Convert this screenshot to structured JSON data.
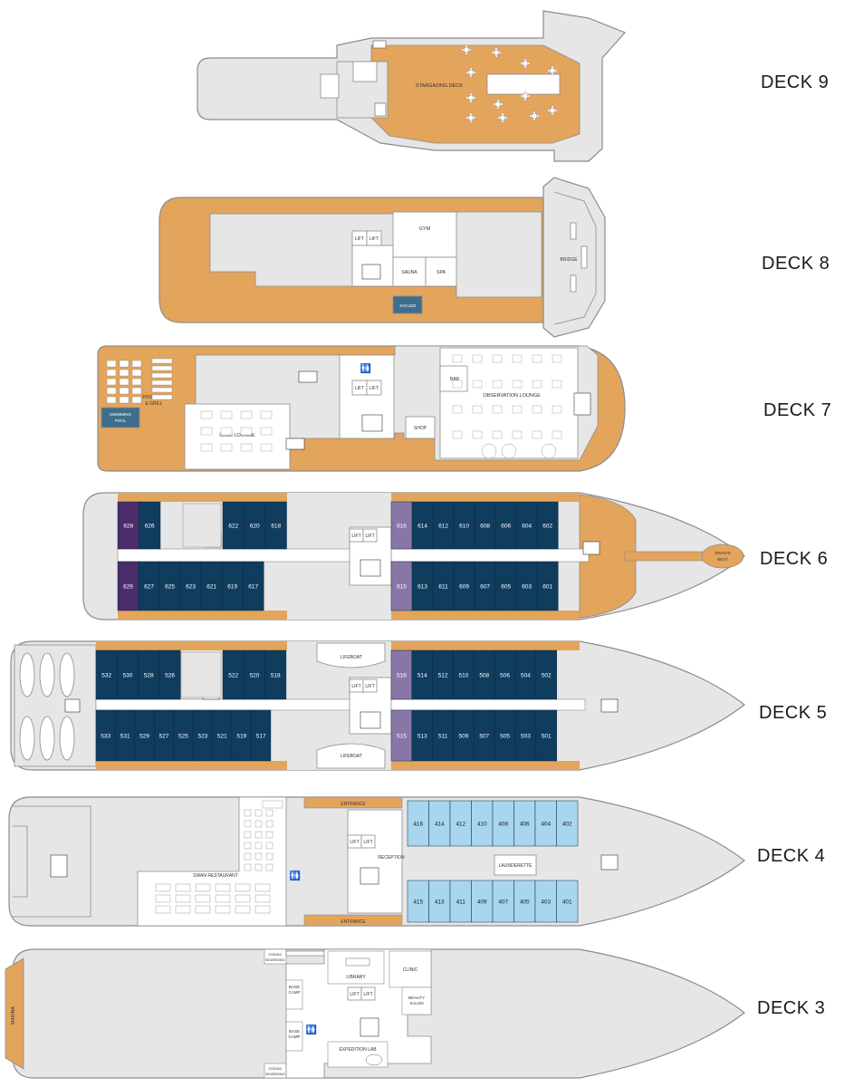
{
  "colors": {
    "deck_grey": "#e6e6e6",
    "outline": "#8c8c8c",
    "wood": "#e3a45c",
    "cabin_navy": "#103c5e",
    "suite_purple": "#4b2d6b",
    "suite_lilac": "#8a76a6",
    "cabin_light_blue": "#a8d6ef",
    "pool_blue": "#3f6d8c",
    "room_white": "#ffffff",
    "cabin_text": "#ffffff"
  },
  "decks": [
    {
      "id": "deck9",
      "label": "DECK 9"
    },
    {
      "id": "deck8",
      "label": "DECK 8"
    },
    {
      "id": "deck7",
      "label": "DECK 7"
    },
    {
      "id": "deck6",
      "label": "DECK 6"
    },
    {
      "id": "deck5",
      "label": "DECK 5"
    },
    {
      "id": "deck4",
      "label": "DECK 4"
    },
    {
      "id": "deck3",
      "label": "DECK 3"
    }
  ],
  "labels": {
    "stargazing_deck": "STARGAZING DECK",
    "lift": "LIFT",
    "gym": "GYM",
    "sauna": "SAUNA",
    "spa": "SPA",
    "jacuzzi": "JACUZZI",
    "bridge": "BRIDGE",
    "pool_bar_1": "POOL BAR",
    "pool_bar_2": "& GRILL",
    "swimming_pool_1": "SWIMMING",
    "swimming_pool_2": "POOL",
    "club_lounge": "CLUB LOUNGE",
    "bar": "BAR",
    "observation_lounge": "OBSERVATION LOUNGE",
    "shop": "SHOP",
    "swans_nest_1": "SWAN'S",
    "swans_nest_2": "NEST",
    "lifeboat": "LIFEBOAT",
    "entrance": "ENTRANCE",
    "reception": "RECEPTION",
    "swan_restaurant": "SWAN RESTAURANT",
    "launderette": "LAUNDERETTE",
    "zodiac_1": "ZODIAC",
    "zodiac_2": "BOARDING",
    "library": "LIBRARY",
    "clinic": "CLINIC",
    "base_camp_1": "BASE",
    "base_camp_2": "CAMP",
    "beauty_salon_1": "BEAUTY",
    "beauty_salon_2": "SALON",
    "expedition_lab": "EXPEDITION LAB",
    "marina": "MARINA"
  },
  "cabins": {
    "deck6_top": [
      "628",
      "626",
      "622",
      "620",
      "618",
      "616",
      "614",
      "612",
      "610",
      "608",
      "606",
      "604",
      "602"
    ],
    "deck6_bottom": [
      "629",
      "627",
      "625",
      "623",
      "621",
      "619",
      "617",
      "615",
      "613",
      "611",
      "609",
      "607",
      "605",
      "603",
      "601"
    ],
    "deck5_top": [
      "532",
      "530",
      "528",
      "526",
      "522",
      "520",
      "518",
      "516",
      "514",
      "512",
      "510",
      "508",
      "506",
      "504",
      "502"
    ],
    "deck5_bottom": [
      "533",
      "531",
      "529",
      "527",
      "525",
      "523",
      "521",
      "519",
      "517",
      "515",
      "513",
      "511",
      "509",
      "507",
      "505",
      "503",
      "501"
    ],
    "deck4_top": [
      "416",
      "414",
      "412",
      "410",
      "408",
      "406",
      "404",
      "402"
    ],
    "deck4_bottom": [
      "415",
      "413",
      "411",
      "409",
      "407",
      "405",
      "403",
      "401"
    ]
  }
}
